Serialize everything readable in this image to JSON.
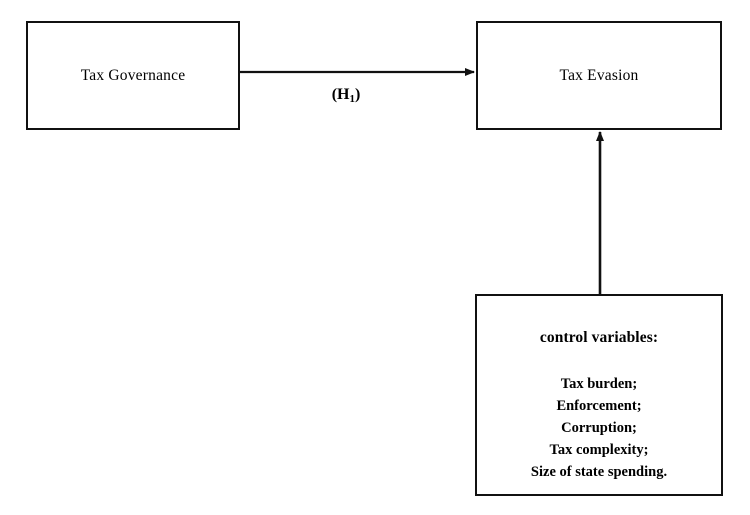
{
  "diagram": {
    "background_color": "#ffffff",
    "line_color": "#111111",
    "nodes": {
      "tax_governance": {
        "label": "Tax Governance"
      },
      "tax_evasion": {
        "label": "Tax Evasion"
      },
      "control_variables": {
        "title": "control variables:",
        "items": [
          "Tax burden;",
          "Enforcement;",
          "Corruption;",
          "Tax complexity;",
          "Size of state spending."
        ]
      }
    },
    "edges": {
      "governance_to_evasion": {
        "label_prefix": "(H",
        "label_subscript": "1",
        "label_suffix": ")"
      },
      "controls_to_evasion": {
        "label": ""
      }
    }
  }
}
